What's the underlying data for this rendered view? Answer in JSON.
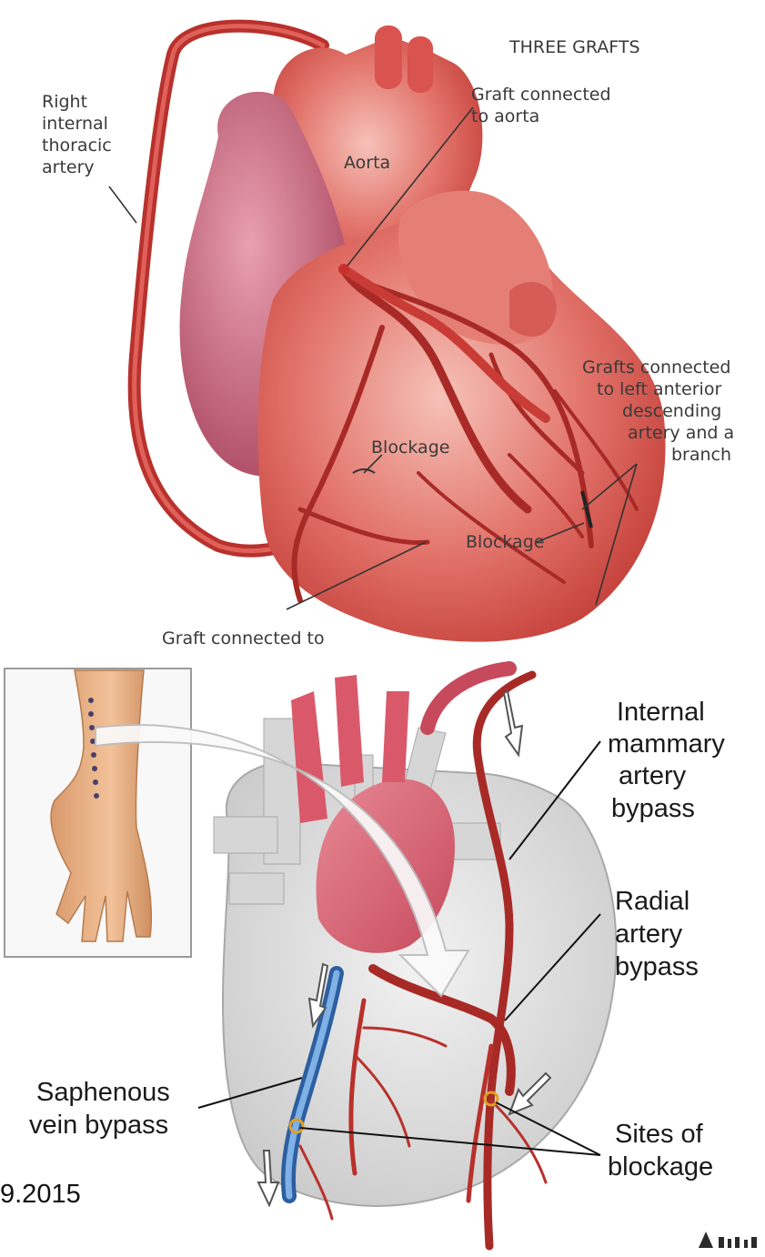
{
  "top_panel": {
    "title": "THREE GRAFTS",
    "labels": {
      "thoracic_line1": "Right",
      "thoracic_line2": "internal",
      "thoracic_line3": "thoracic",
      "thoracic_line4": "artery",
      "aorta": "Aorta",
      "graft_aorta_line1": "Graft connected",
      "graft_aorta_line2": "to aorta",
      "lad_line1": "Grafts connected",
      "lad_line2": "to left anterior",
      "lad_line3": "descending",
      "lad_line4": "artery and a",
      "lad_line5": "branch",
      "blockage_1": "Blockage",
      "blockage_2": "Blockage",
      "graft_bottom": "Graft connected to"
    }
  },
  "bottom_panel": {
    "labels": {
      "ima_line1": "Internal",
      "ima_line2": "mammary",
      "ima_line3": "artery",
      "ima_line4": "bypass",
      "radial_line1": "Radial",
      "radial_line2": "artery",
      "radial_line3": "bypass",
      "saphenous_line1": "Saphenous",
      "saphenous_line2": "vein bypass",
      "sites_line1": "Sites of",
      "sites_line2": "blockage"
    },
    "date_fragment": "9.2015"
  },
  "colors": {
    "heart_red": "#d9534f",
    "heart_light": "#f1a39a",
    "artery": "#b8312c",
    "vein_blue": "#4a86c8",
    "heart_gray": "#e2e2e2"
  }
}
